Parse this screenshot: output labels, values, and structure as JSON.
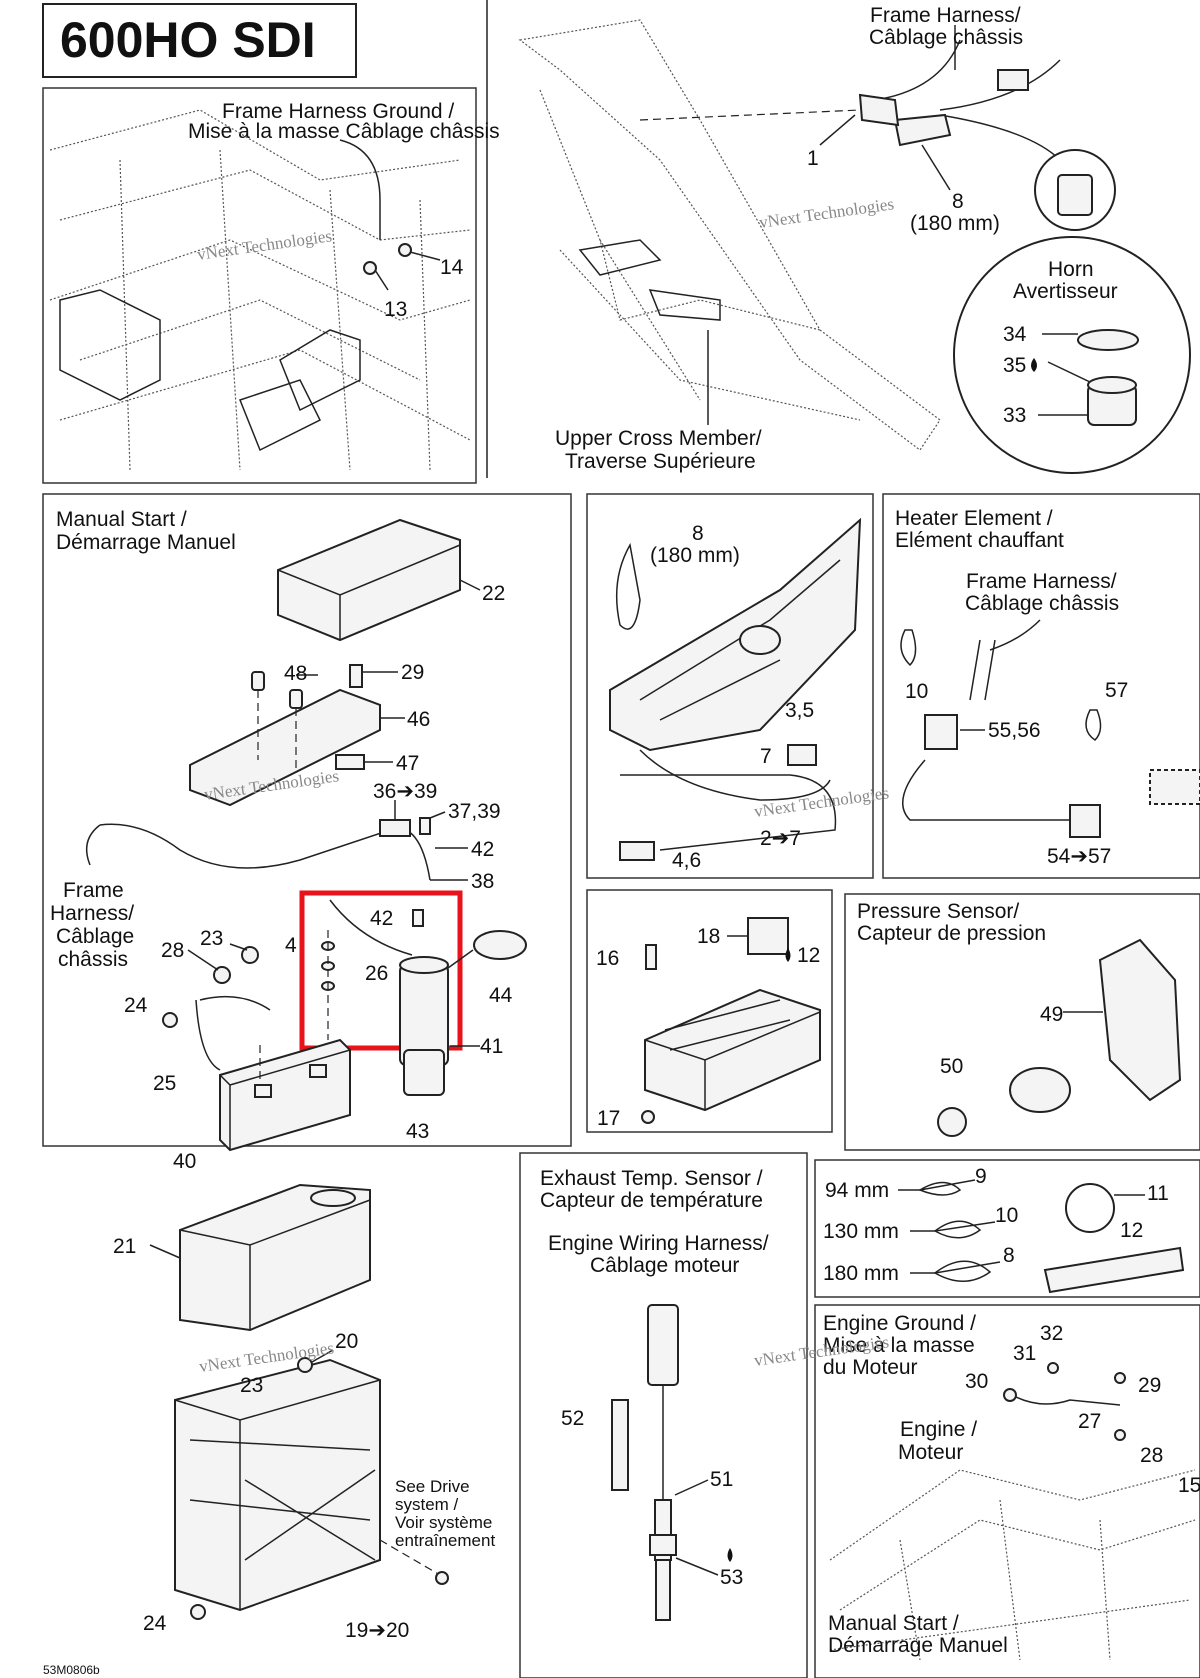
{
  "diagram": {
    "title": "600HO SDI",
    "footer_code": "53M0806b",
    "highlight_color": "#e8131b",
    "watermark_lines": [
      "vNext Technologies",
      "vNext",
      "Technologies"
    ],
    "panels": {
      "frame_ground": {
        "label_1": "Frame Harness Ground /",
        "label_2": "Mise à la masse Câblage châssis"
      },
      "frame_top": {
        "harness_1": "Frame Harness/",
        "harness_2": "Câblage châssis",
        "size_8": "(180 mm)",
        "upper_1": "Upper Cross Member/",
        "upper_2": "Traverse Supérieure",
        "horn_1": "Horn",
        "horn_2": "Avertisseur"
      },
      "manual_start": {
        "label_1": "Manual Start /",
        "label_2": "Démarrage Manuel",
        "harness_1": "Frame",
        "harness_2": "Harness/",
        "harness_3": "Câblage",
        "harness_4": "châssis",
        "drive_1": "See Drive",
        "drive_2": "system /",
        "drive_3": "Voir système",
        "drive_4": "entraînement"
      },
      "fuel_tank": {
        "size_8": "(180 mm)"
      },
      "heater": {
        "label_1": "Heater Element /",
        "label_2": "Elément chauffant",
        "harness_1": "Frame Harness/",
        "harness_2": "Câblage châssis"
      },
      "pressure": {
        "label_1": "Pressure Sensor/",
        "label_2": "Capteur de pression"
      },
      "exhaust": {
        "label_1": "Exhaust Temp. Sensor /",
        "label_2": "Capteur de température",
        "engine_1": "Engine Wiring Harness/",
        "engine_2": "Câblage moteur"
      },
      "ties": {
        "len_94": "94 mm",
        "len_130": "130 mm",
        "len_180": "180 mm"
      },
      "engine_ground": {
        "label_1": "Engine Ground /",
        "label_2": "Mise à la masse",
        "label_3": "du Moteur",
        "engine_1": "Engine /",
        "engine_2": "Moteur",
        "manual_1": "Manual Start /",
        "manual_2": "Démarrage Manuel"
      }
    },
    "callouts": {
      "c1": "1",
      "c8": "8",
      "c14": "14",
      "c13": "13",
      "c34": "34",
      "c35": "35",
      "c33": "33",
      "c22": "22",
      "c48": "48",
      "c29": "29",
      "c46": "46",
      "c47": "47",
      "c36": "36➔39",
      "c37": "37,39",
      "c42a": "42",
      "c38": "38",
      "c42b": "42",
      "c4": "4",
      "c26": "26",
      "c44": "44",
      "c28": "28",
      "c23": "23",
      "c24": "24",
      "c41": "41",
      "c25": "25",
      "c40": "40",
      "c43": "43",
      "c21": "21",
      "c20": "20",
      "c23b": "23",
      "c24b": "24",
      "c19": "19➔20",
      "c8b": "8",
      "c35b": "3,5",
      "c7": "7",
      "c27": "2➔7",
      "c46b": "4,6",
      "c10": "10",
      "c57": "57",
      "c5556": "55,56",
      "c5457": "54➔57",
      "c18": "18",
      "c12": "12",
      "c16": "16",
      "c17": "17",
      "c49": "49",
      "c50": "50",
      "c52": "52",
      "c51": "51",
      "c53": "53",
      "c9": "9",
      "c10b": "10",
      "c8c": "8",
      "c11": "11",
      "c12b": "12",
      "c32": "32",
      "c31": "31",
      "c30": "30",
      "c29b": "29",
      "c27b": "27",
      "c28b": "28",
      "c15": "15"
    }
  }
}
